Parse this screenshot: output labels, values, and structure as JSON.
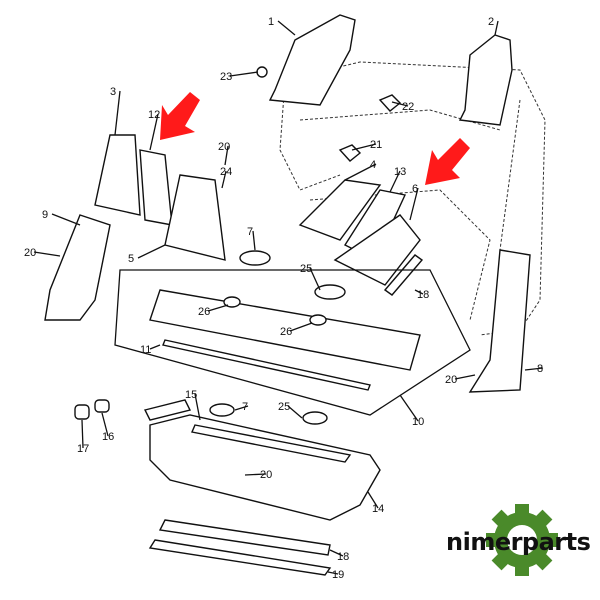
{
  "diagram": {
    "callouts": [
      "1",
      "2",
      "23",
      "22",
      "3",
      "12",
      "20",
      "24",
      "21",
      "4",
      "13",
      "6",
      "9",
      "20",
      "5",
      "7",
      "25",
      "18",
      "26",
      "26",
      "11",
      "20",
      "8",
      "10",
      "15",
      "7",
      "25",
      "17",
      "16",
      "14",
      "20",
      "18",
      "19"
    ],
    "arrow_color": "#ff1a1a"
  },
  "logo": {
    "text": "nimerparts",
    "gear_color": "#4a8a2a",
    "accent_color": "#e8a020"
  }
}
